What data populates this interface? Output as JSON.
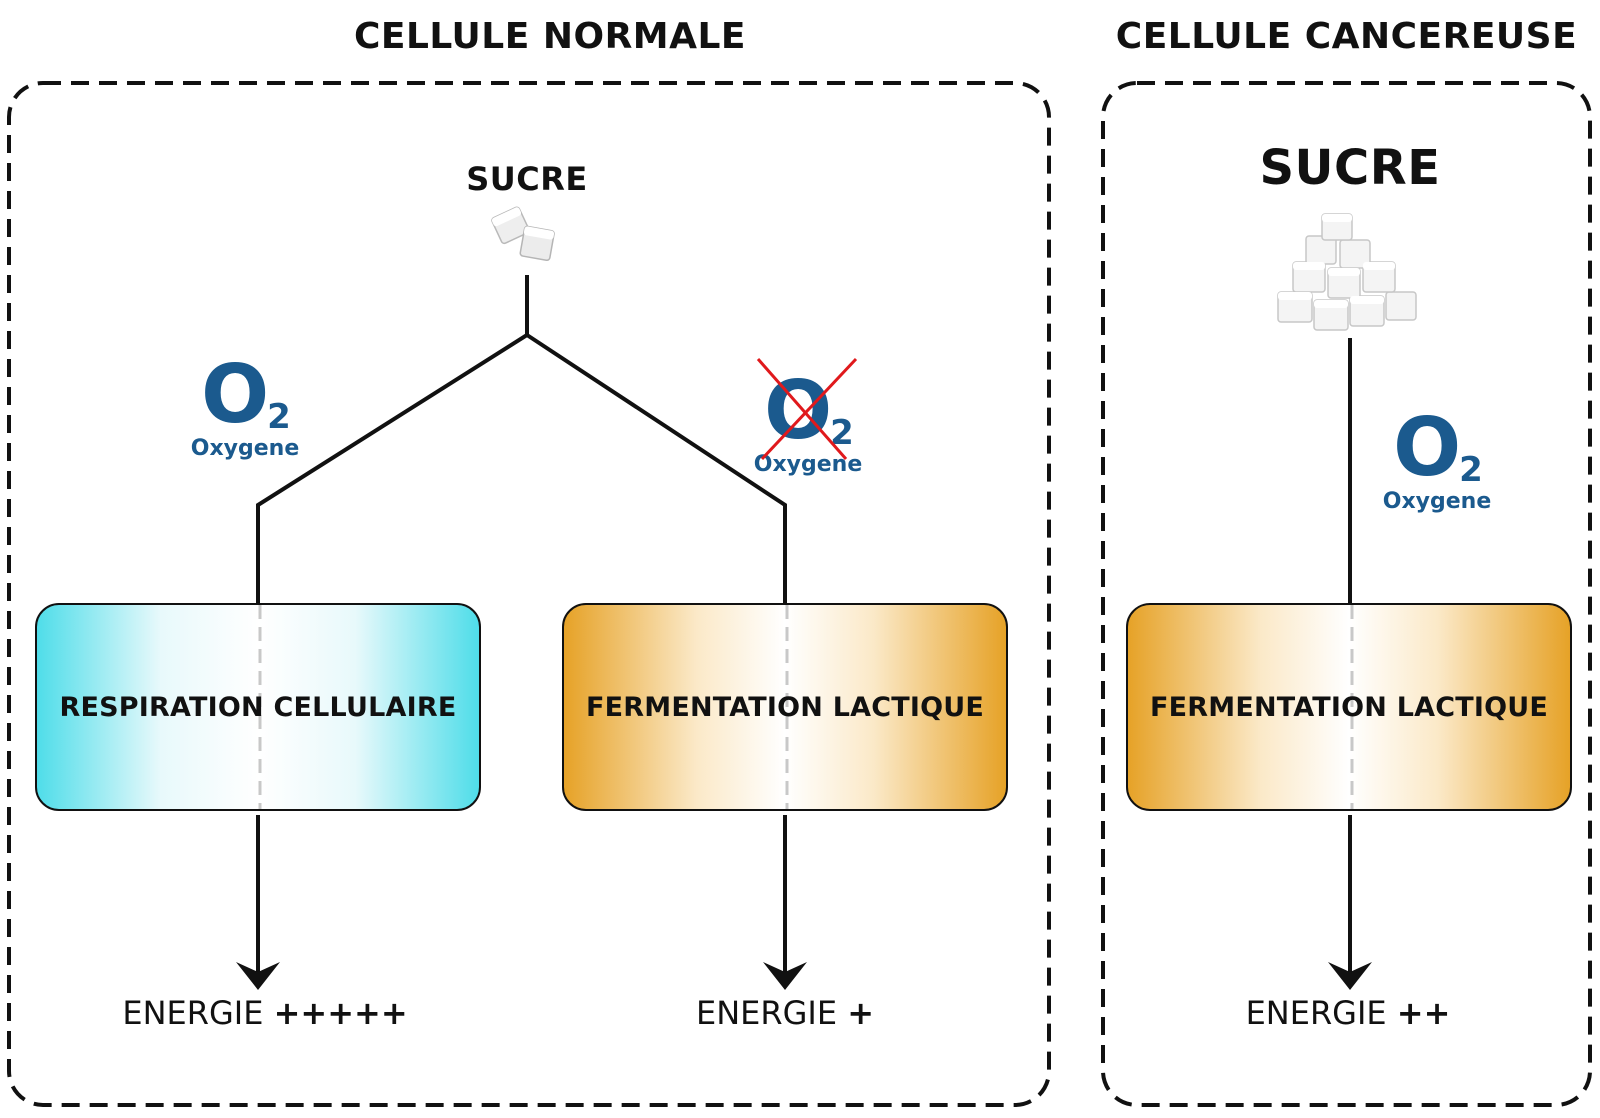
{
  "panels": {
    "normal": {
      "title": "CELLULE NORMALE",
      "sugar_label": "SUCRE",
      "oxygen_present": {
        "symbol": "O",
        "subscript": "2",
        "word": "Oxygene"
      },
      "oxygen_absent": {
        "symbol": "O",
        "subscript": "2",
        "word": "Oxygene",
        "crossed_out": true
      },
      "respiration_label": "RESPIRATION CELLULAIRE",
      "fermentation_label": "FERMENTATION LACTIQUE",
      "energy_respiration": {
        "word": "ENERGIE",
        "plus": "+++++"
      },
      "energy_fermentation": {
        "word": "ENERGIE",
        "plus": "+"
      }
    },
    "cancer": {
      "title": "CELLULE CANCEREUSE",
      "sugar_label": "SUCRE",
      "oxygen": {
        "symbol": "O",
        "subscript": "2",
        "word": "Oxygene"
      },
      "fermentation_label": "FERMENTATION LACTIQUE",
      "energy": {
        "word": "ENERGIE",
        "plus": "++"
      }
    }
  },
  "colors": {
    "respiration_accent": "#4fdde9",
    "fermentation_accent": "#e6a227",
    "oxygen_blue": "#1b5a8e",
    "cross_red": "#e0191c",
    "line": "#111111"
  },
  "icons": {
    "sugar_small": "sugar-cubes-icon",
    "sugar_large": "sugar-cube-pile-icon",
    "arrow": "arrow-down-icon",
    "cross": "red-x-icon"
  }
}
